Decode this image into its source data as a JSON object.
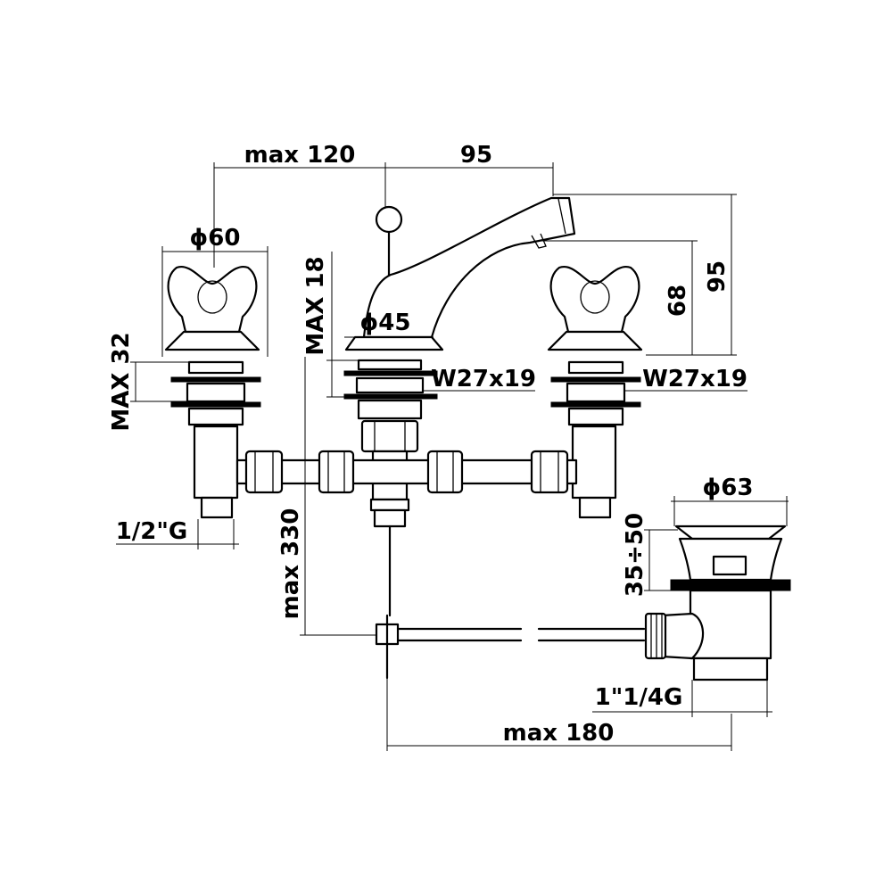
{
  "drawing": {
    "ink_color": "#000000",
    "background_color": "#ffffff",
    "dimensions": {
      "spout_reach_max": "max 120",
      "spout_span": "95",
      "handle_diameter": "ϕ60",
      "spout_body_diameter": "ϕ45",
      "spout_mount_max": "MAX 18",
      "spout_height_outlet": "68",
      "spout_height_total": "95",
      "handle_mount_max": "MAX 32",
      "thread_center": "W27x19",
      "thread_right": "W27x19",
      "inlet_thread": "1/2\"G",
      "supply_length_max": "max 330",
      "drain_plug_diameter": "ϕ63",
      "drain_height_range": "35÷50",
      "drain_thread": "1\"1/4G",
      "pull_rod_length_max": "max 180"
    }
  }
}
